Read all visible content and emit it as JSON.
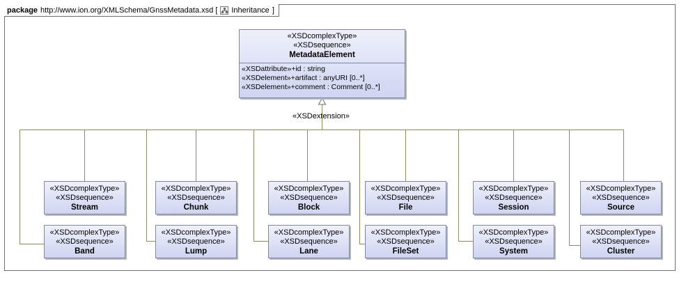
{
  "package": {
    "keyword": "package",
    "namespace": "http://www.ion.org/XMLSchema/GnssMetadata.xsd [",
    "diagram_name": "Inheritance",
    "close_bracket": "]"
  },
  "main_class": {
    "stereotype_1": "«XSDcomplexType»",
    "stereotype_2": "«XSDsequence»",
    "name": "MetadataElement",
    "attributes": [
      "«XSDattribute»+id : string",
      "«XSDelement»+artifact : anyURI [0..*]",
      "«XSDelement»+comment : Comment [0..*]"
    ]
  },
  "extension_label": "«XSDextension»",
  "subclass_stereotype_1": "«XSDcomplexType»",
  "subclass_stereotype_2": "«XSDsequence»",
  "subclasses": [
    {
      "name": "Stream"
    },
    {
      "name": "Band"
    },
    {
      "name": "Chunk"
    },
    {
      "name": "Lump"
    },
    {
      "name": "Block"
    },
    {
      "name": "Lane"
    },
    {
      "name": "File"
    },
    {
      "name": "FileSet"
    },
    {
      "name": "Session"
    },
    {
      "name": "System"
    },
    {
      "name": "Source"
    },
    {
      "name": "Cluster"
    }
  ],
  "colors": {
    "frame": "#6d6d6d",
    "class_border": "#7d86a6",
    "class_fill_top": "#eef0fb",
    "class_fill_bottom": "#cfd5f2",
    "connector": "#8a8a5a"
  }
}
